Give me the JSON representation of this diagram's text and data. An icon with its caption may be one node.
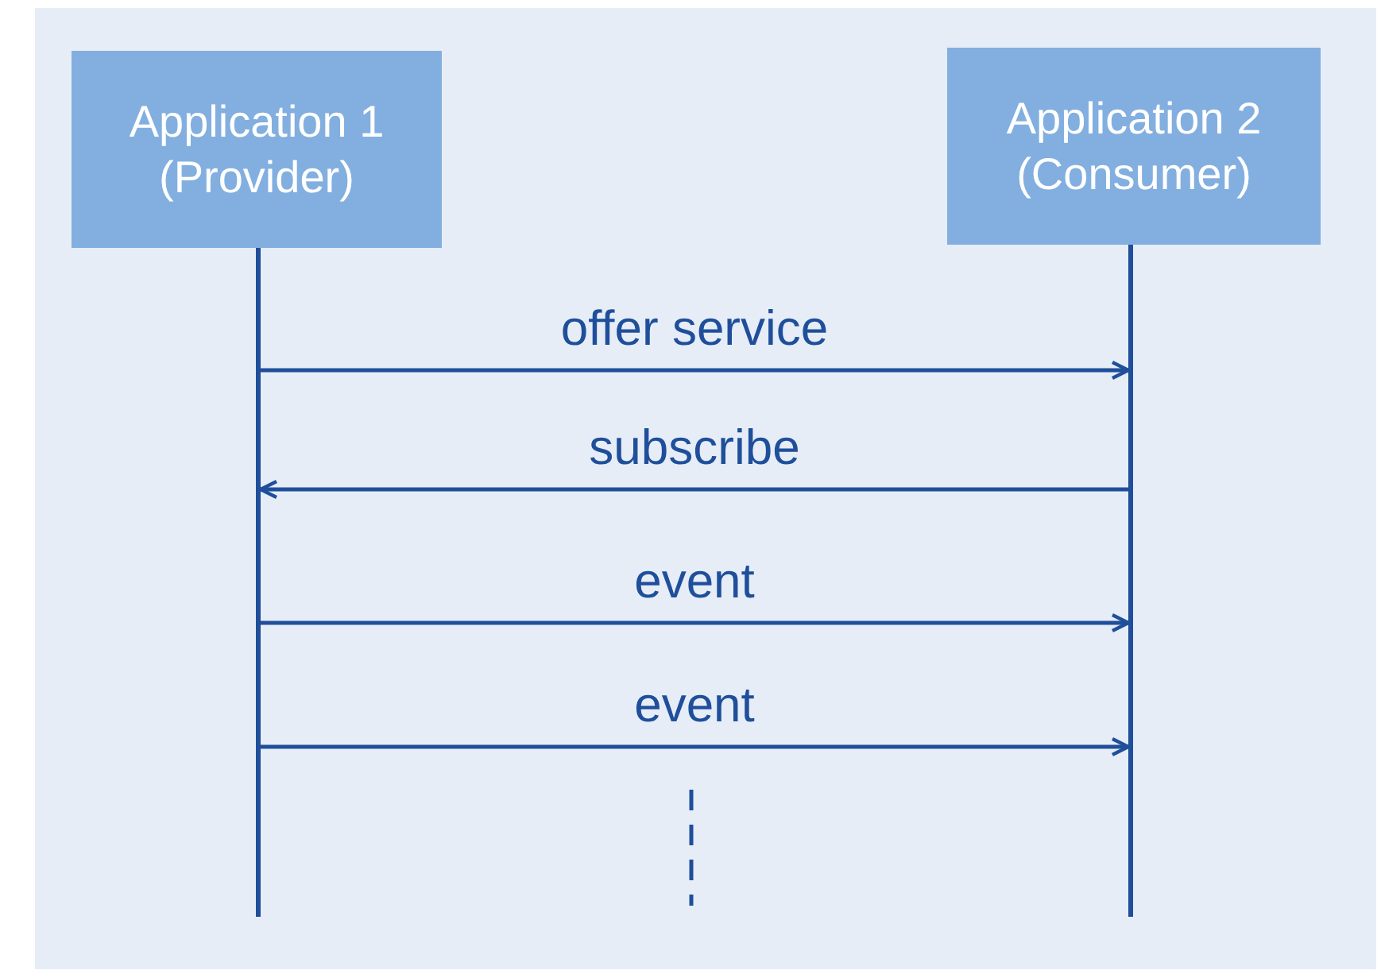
{
  "diagram": {
    "nodes": [
      {
        "text": [
          "Application 1 (Provider)"
        ]
      },
      {
        "text": [
          "Application 2 (Consumer)"
        ]
      },
      {
        "text": [],
        "shape": "line"
      },
      {
        "text": [],
        "shape": "line"
      }
    ],
    "edges": [
      {
        "from": 2,
        "to": 3,
        "arrow": "to",
        "label": "offer service"
      },
      {
        "from": 3,
        "to": 2,
        "arrow": "to",
        "label": "subscribe"
      },
      {
        "from": 2,
        "to": 3,
        "arrow": "to",
        "label": "event"
      },
      {
        "from": 2,
        "to": 3,
        "arrow": "to",
        "label": "event"
      }
    ]
  }
}
